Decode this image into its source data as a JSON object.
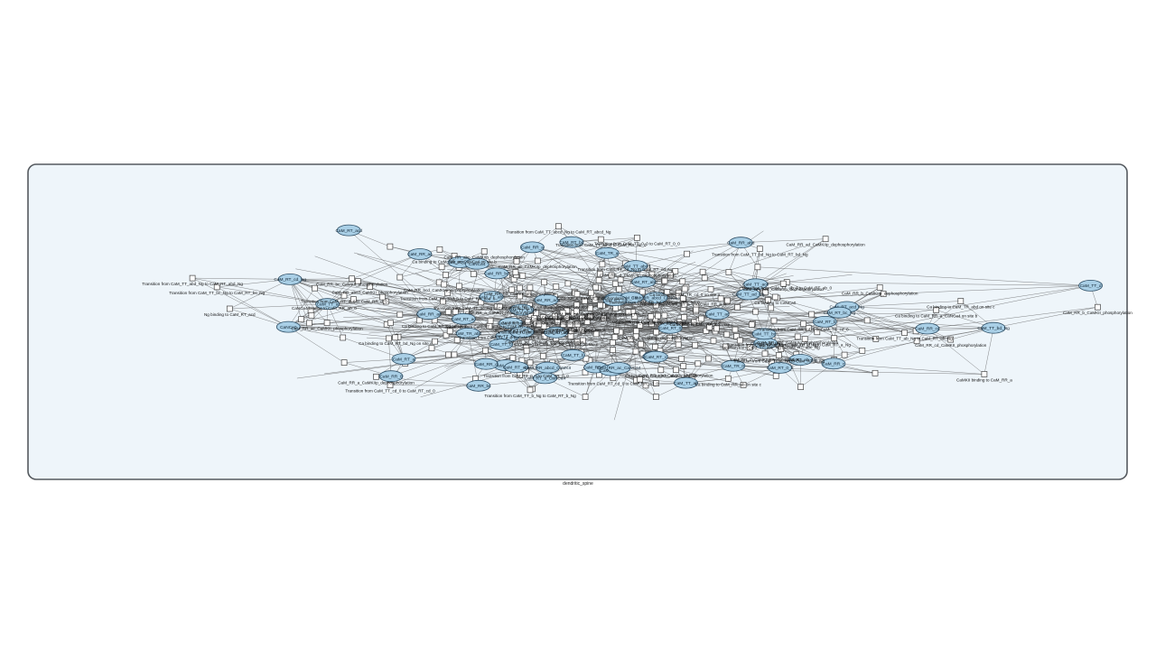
{
  "diagram": {
    "compartment_label": "dendritic_spine",
    "species": [
      "CaM_TR_0",
      "CaNCa0",
      "CaM_RT_cd_Ng",
      "CaM_RT_acd_Ng",
      "CaM_TT_acd",
      "CaM_RT_ac",
      "CaM_RR_acd",
      "CaM_TT_abcd",
      "CaM_RT_abd",
      "CaM_TT_bd_Ng",
      "CaM_RR_abc",
      "CaM_TT_0_Ng",
      "CaM_RT_0_0",
      "CaM_TT_c_Ng",
      "CaM_RR_a",
      "CaM_RR_ab",
      "CaM_RT_d",
      "CaM_RR_bd",
      "CaM_RR_abd",
      "CaM_RT_a_CaNCa4",
      "CaM_RR_b",
      "CaM_RR_c",
      "CaM_RR_d",
      "CaM_TT_ac",
      "CaM_RR_0",
      "CaM_RT_ab",
      "CaM_TR_abd",
      "CaM_RR_abcd",
      "CaM_TT_b",
      "CaM_RT_bc_Ng",
      "CaM_RT_a",
      "CaNCa4",
      "CaM_TT_a",
      "CaM_RR_cd",
      "CaM_RR_ac",
      "CaM_RT_bd",
      "CaM_TT_ab",
      "CaM_RT_abc",
      "CaM_RR_ad",
      "CaM_TT_abd",
      "CaM_TR_c",
      "CaM_RT_acd",
      "CaM_TT_d",
      "CaM_RR_bc",
      "CaM_RT_c",
      "CaM_TT_bc",
      "CaM_RT_ab_Ng",
      "CaM_RR_abcd_CaNCa4",
      "CaM_TT_cd_Ng",
      "CaM_RT_b",
      "CaM_TT_0",
      "CaM_RR_bcd",
      "CaM_TR_a",
      "CaM_RT_bcd",
      "CaM_TT_abc",
      "CaM_RT_cd",
      "CaM_RR_abcd_CaMKII",
      "CaM_TT_ad_Ng",
      "CaM_RT_0",
      "CaM_RR_ac_CaNCa4"
    ],
    "reactions": [
      "Transition from CaM_TT_acd_Ng to CaM_RT_acd_Ng",
      "Transition from CaM_TT_cd_Ng to CaM_RT_cd_Ng",
      "Transition from CaM_TT_abcd_Ng to CaM_RT_abcd_Ng",
      "Transition from CaM_TT_bd_Ng to CaM_RT_bd_Ng",
      "Transition from CaM_TT_bc_Ng to CaM_RT_bc_Ng",
      "Transition from CaM_TT_d_Ng to CaM_RT_d_Ng",
      "Transition from CaM_TT_b_Ng to CaM_RT_b_Ng",
      "Transition from CaM_TT_ad_Ng to CaM_RT_ad_Ng",
      "Transition from CaM_TT_ab_Ng to CaM_RT_ab_Ng",
      "Transition from CaM_TT_ac_Ng to CaM_RT_ac_Ng",
      "Transition from CaM_TT_abc_Ng to CaM_RT_abc_Ng",
      "Transition from CaM_TT_abd_Ng to CaM_RT_abd_Ng",
      "Transition from CaM_TT_a_0 to CaM_RT_a_0",
      "Transition from CaM_TT_c_Ng to CaM_RT_c_Ng",
      "Transition from CaM_TT_0_0 to CaM_RT_0_0",
      "Transition from CaM_TT_a_Ng to CaM_RT_a_Ng",
      "Transition from CaM_TT_0_Ng to CaM_RT_0_Ng",
      "Transition from CaM_TT_ab_0 to CaM_RT_ab_0",
      "Transition from CaM_TT_ab_0 to CaM_RR_ab_0",
      "Transition from CaM_TT_cd_0 to CaM_RT_cd_0",
      "Transition from CaM_TR_cd_0 to CaM_TR_cd_0",
      "Transition from CaM_TR_bd_0 to CaM_RR_bd_0",
      "Transition from CaM_RT_bcd_0 to CaM_RR_bcd_0",
      "Transition from CaM_RT_cd_0 to CaM_RR_cd_0",
      "Transition from CaM_TT_0_0 to CaM_TR_0_0",
      "Transition from CaM_RT_a_0 to CaM_RR_a_0",
      "Transition from CaM_RT_d_0 to CaM_RR_d_0",
      "CaM_RR_acd_CaMKII_phosphorylation",
      "CaM_RR_acd_CaMKIIp_dephosphorylation",
      "CaM_RR_b_CaMKII_phosphorylation",
      "CaM_RR_b_CaMKIIp_dephosphorylation",
      "CaM_RR_bc_CaMKII_phosphorylation",
      "CaM_RR_bcd_CaMKIIp_dephosphorylation",
      "CaM_RR_bd_CaMKIIp_dephosphorylation",
      "CaM_RR_bd_CaMKII_phosphorylation",
      "CaM_RR_abcd_CaMKIIp_dephosphorylation",
      "CaM_RR_abcd_CaMKII_phosphorylation",
      "CaM_RR_ad_CaMKIIp_dephosphorylation",
      "CaM_RR_0_CaMKII_phosphorylation",
      "CaM_RR_cd_CaMKII_phosphorylation",
      "CaM_RR_abc_CaMKII_phosphorylation",
      "CaM_RR_abc_CaMKIIp_dephosphorylation",
      "CaM_RR_d_CaMKIIp_dephosphorylation",
      "CaM_RR_ab_CaMKIIp_dephosphorylation",
      "CaM_RR_abd_CaMKIIp_dephosphorylation",
      "CaM_RR_cd_CaMKII_phosphorylation",
      "CaM_RR_d_CaMKII_phosphorylation",
      "CaM_RR_abd_CaMKII_phosphorylation",
      "CaM_RR_ac_CaMKII_phosphorylation",
      "CaM_RR_ab_CaMKII_phosphorylation",
      "CaM_RR_ac_CaMKIIp_dephosphorylation",
      "CaM_RR_a_CaMKII_phosphorylation",
      "CaM_RR_a_CaMKIIp_dephosphorylation",
      "CaM_RR_c_CaMKII_phosphorylation",
      "CaM_RR_c_CaMKIIp_dephosphorylation",
      "CaMKII binding to CaM_RR_a",
      "CaMKII binding to CaM_RR_0",
      "CaMKII binding to CaM_RR_d",
      "CaNCa4 binding to CaM_RR_ab_0",
      "CaNCa4 binding to CaM_RR_c",
      "Ca binding to CaM_RT_cd on site b",
      "Ca binding to CaM_RT_a on site c",
      "Ca binding to CaM_RR_ab on site c",
      "Ca binding to CaM_TT_0 on site a",
      "Ng binding to CaM_RT_acd",
      "Ca binding to CaNCa0",
      "Ca binding to CaM_RR_a_CaNCa4 on site b",
      "Ca binding to CaM_RR_ac_CaNCa4 on site b",
      "Ca binding to CaM_RR_bd_CaNCa4 on site c",
      "Ca binding to CaM_TR_cd_0 on site a",
      "Ca binding to CaM_TR_abd on site c",
      "Ca binding to CaM_RT_bd_Ng on site c",
      "Ca binding to CaM_RR_abcd_CaNCa4"
    ]
  }
}
